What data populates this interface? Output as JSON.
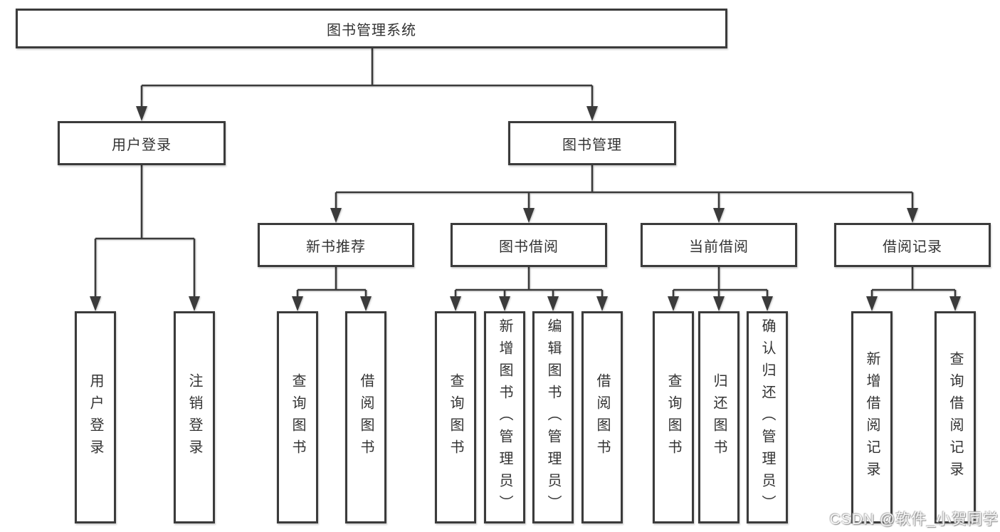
{
  "diagram": {
    "root_label": "图书管理系统",
    "level2": [
      {
        "label": "用户登录"
      },
      {
        "label": "图书管理"
      }
    ],
    "level3": [
      {
        "label": "新书推荐"
      },
      {
        "label": "图书借阅"
      },
      {
        "label": "当前借阅"
      },
      {
        "label": "借阅记录"
      }
    ],
    "leaves": [
      {
        "label": "用户登录",
        "parent": "用户登录"
      },
      {
        "label": "注销登录",
        "parent": "用户登录"
      },
      {
        "label": "查询图书",
        "parent": "新书推荐"
      },
      {
        "label": "借阅图书",
        "parent": "新书推荐"
      },
      {
        "label": "查询图书",
        "parent": "图书借阅"
      },
      {
        "label": "新增图书（管理员）",
        "parent": "图书借阅"
      },
      {
        "label": "编辑图书（管理员）",
        "parent": "图书借阅"
      },
      {
        "label": "借阅图书",
        "parent": "图书借阅"
      },
      {
        "label": "查询图书",
        "parent": "当前借阅"
      },
      {
        "label": "归还图书",
        "parent": "当前借阅"
      },
      {
        "label": "确认归还（管理员）",
        "parent": "当前借阅"
      },
      {
        "label": "新增借阅记录",
        "parent": "借阅记录"
      },
      {
        "label": "查询借阅记录",
        "parent": "借阅记录"
      }
    ]
  },
  "watermark": {
    "text": "CSDN @软件_小贺同学"
  },
  "colors": {
    "line": "#3b3b3b",
    "text": "#333333",
    "background": "#ffffff"
  }
}
